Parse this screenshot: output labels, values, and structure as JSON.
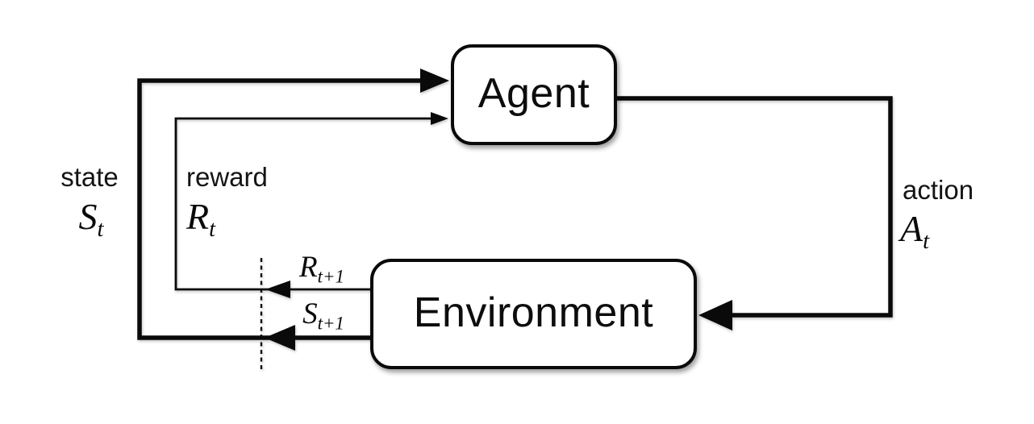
{
  "colors": {
    "ink": "#0a0a0a",
    "background": "#ffffff",
    "box_fill": "#ffffff"
  },
  "boxes": {
    "agent": "Agent",
    "environment": "Environment"
  },
  "labels": {
    "state": "state",
    "reward": "reward",
    "action": "action"
  },
  "symbols": {
    "state": {
      "base": "S",
      "sub": "t"
    },
    "reward": {
      "base": "R",
      "sub": "t"
    },
    "action": {
      "base": "A",
      "sub": "t"
    },
    "next_reward": {
      "base": "R",
      "sub": "t+1"
    },
    "next_state": {
      "base": "S",
      "sub": "t+1"
    }
  }
}
